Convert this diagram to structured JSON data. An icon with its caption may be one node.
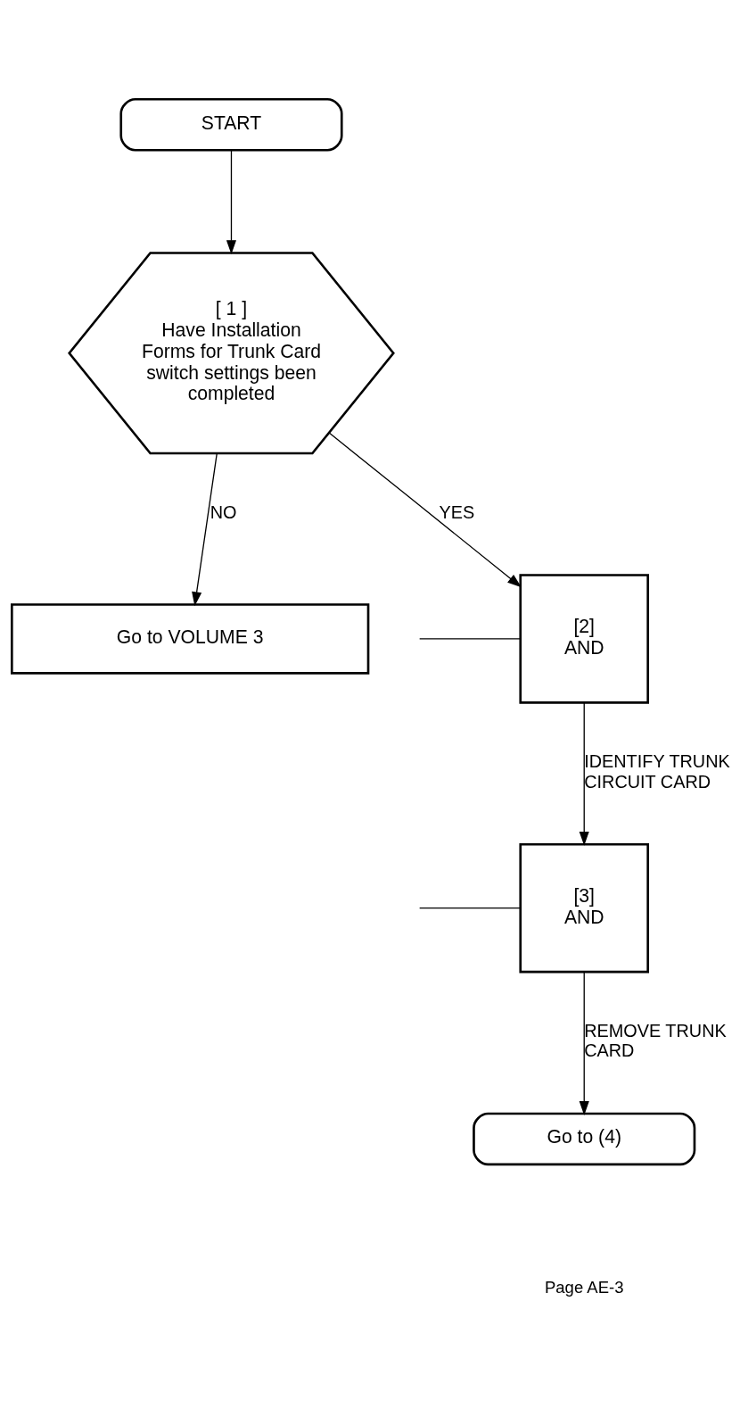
{
  "diagram": {
    "nodes": [
      {
        "text": [
          "START"
        ]
      },
      {
        "text": [
          "[ 1 ]",
          "Have Installation Forms for Trunk Card switch settings been completed"
        ]
      },
      {
        "text": [
          "Go to VOLUME 3"
        ]
      },
      {
        "text": [
          "[2]",
          "AND"
        ]
      },
      {
        "text": [
          "[3]",
          "AND"
        ]
      },
      {
        "text": [
          "Go to (4)"
        ]
      }
    ],
    "edges": [
      {
        "from": 0,
        "to": 1,
        "arrow": "to"
      },
      {
        "from": 1,
        "to": 2,
        "arrow": "to",
        "label": "NO"
      },
      {
        "from": 1,
        "to": 3,
        "arrow": "to",
        "label": "YES"
      },
      {
        "from": null,
        "to": 3,
        "arrow": "none"
      },
      {
        "from": 3,
        "to": 4,
        "arrow": "to",
        "label": "IDENTIFY TRUNK CIRCUIT CARD"
      },
      {
        "from": null,
        "to": 4,
        "arrow": "none"
      },
      {
        "from": 4,
        "to": 5,
        "arrow": "to",
        "label": "REMOVE TRUNK CARD"
      }
    ],
    "labels": [
      "Page AE-3"
    ]
  }
}
